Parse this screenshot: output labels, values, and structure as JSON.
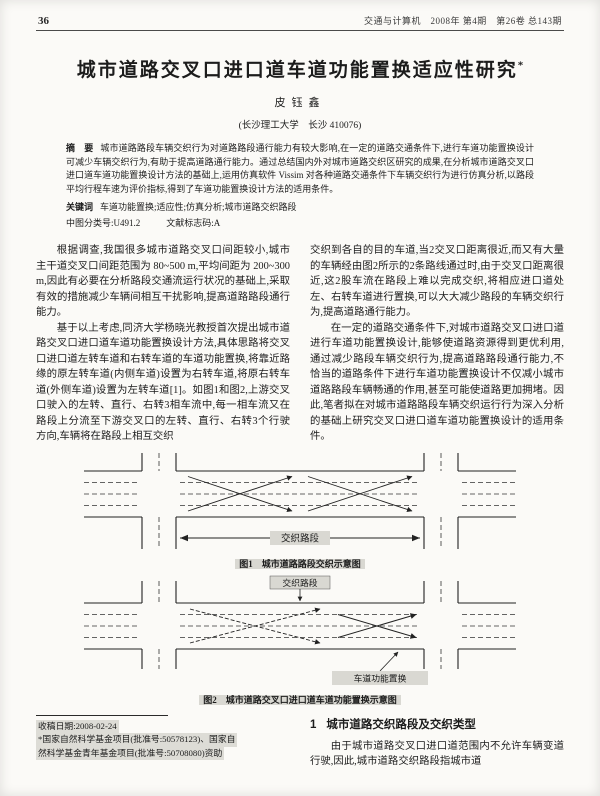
{
  "header": {
    "page_number": "36",
    "journal_line": "交通与计算机　2008年 第4期　第26卷 总143期"
  },
  "article": {
    "title": "城市道路交叉口进口道车道功能置换适应性研究",
    "title_mark": "*",
    "author": "皮钰鑫",
    "affiliation": "(长沙理工大学　长沙 410076)",
    "abstract_label": "摘　要",
    "abstract_text": "城市道路路段车辆交织行为对道路路段通行能力有较大影响,在一定的道路交通条件下,进行车道功能置换设计可减少车辆交织行为,有助于提高道路通行能力。通过总结国内外对城市道路交织区研究的成果,在分析城市道路交叉口进口道车道功能置换设计方法的基础上,运用仿真软件 Vissim 对各种道路交通条件下车辆交织行为进行仿真分析,以路段平均行程车速为评价指标,得到了车道功能置换设计方法的适用条件。",
    "keywords_label": "关键词",
    "keywords_text": "车道功能置换;适应性;仿真分析;城市道路交织路段",
    "clc": "中图分类号:U491.2",
    "doc_code": "文献标志码:A"
  },
  "body": {
    "left_paragraphs": [
      "根据调查,我国很多城市道路交叉口间距较小,城市主干道交叉口间距范围为 80~500 m,平均间距为 200~300 m,因此有必要在分析路段交通流运行状况的基础上,采取有效的措施减少车辆间相互干扰影响,提高道路路段通行能力。",
      "基于以上考虑,同济大学杨晓光教授首次提出城市道路交叉口进口道车道功能置换设计方法,具体思路将交叉口进口道左转车道和右转车道的车道功能置换,将靠近路缘的原左转车道(内侧车道)设置为右转车道,将原右转车道(外侧车道)设置为左转车道[1]。如图1和图2,上游交叉口驶入的左转、直行、右转3相车流中,每一相车流又在路段上分流至下游交叉口的左转、直行、右转3个行驶方向,车辆将在路段上相互交织"
    ],
    "right_paragraphs": [
      "交织到各自的目的车道,当2交叉口距离很近,而又有大量的车辆经由图2所示的2条路线通过时,由于交叉口距离很近,这2股车流在路段上难以完成交织,将相应进口道处左、右转车道进行置换,可以大大减少路段的车辆交织行为,提高道路通行能力。",
      "在一定的道路交通条件下,对城市道路交叉口进口道进行车道功能置换设计,能够使道路资源得到更优利用,通过减少路段车辆交织行为,提高道路路段通行能力,不恰当的道路条件下进行车道功能置换设计不仅减小城市道路路段车辆畅通的作用,甚至可能使道路更加拥堵。因此,笔者拟在对城市道路路段车辆交织运行行为深入分析的基础上研究交叉口进口道车道功能置换设计的适用条件。"
    ]
  },
  "figures": {
    "fig1": {
      "caption": "图1　城市道路路段交织示意图",
      "weaving_label": "交织路段"
    },
    "fig2": {
      "caption": "图2　城市道路交叉口进口道车道功能置换示意图",
      "weaving_label": "交织路段",
      "swap_label": "车道功能置换"
    }
  },
  "footnotes": {
    "received": "收稿日期:2008-02-24",
    "funding_line1": "国家自然科学基金项目(批准号:50578123)、国家自",
    "funding_line2": "然科学基金青年基金项目(批准号:50708080)资助",
    "funding_mark": "*"
  },
  "section1": {
    "heading_number": "1",
    "heading_text": "城市道路交织路段及交织类型",
    "paragraph": "由于城市道路交叉口进口道范围内不允许车辆变道行驶,因此,城市道路交织路段指城市道"
  }
}
